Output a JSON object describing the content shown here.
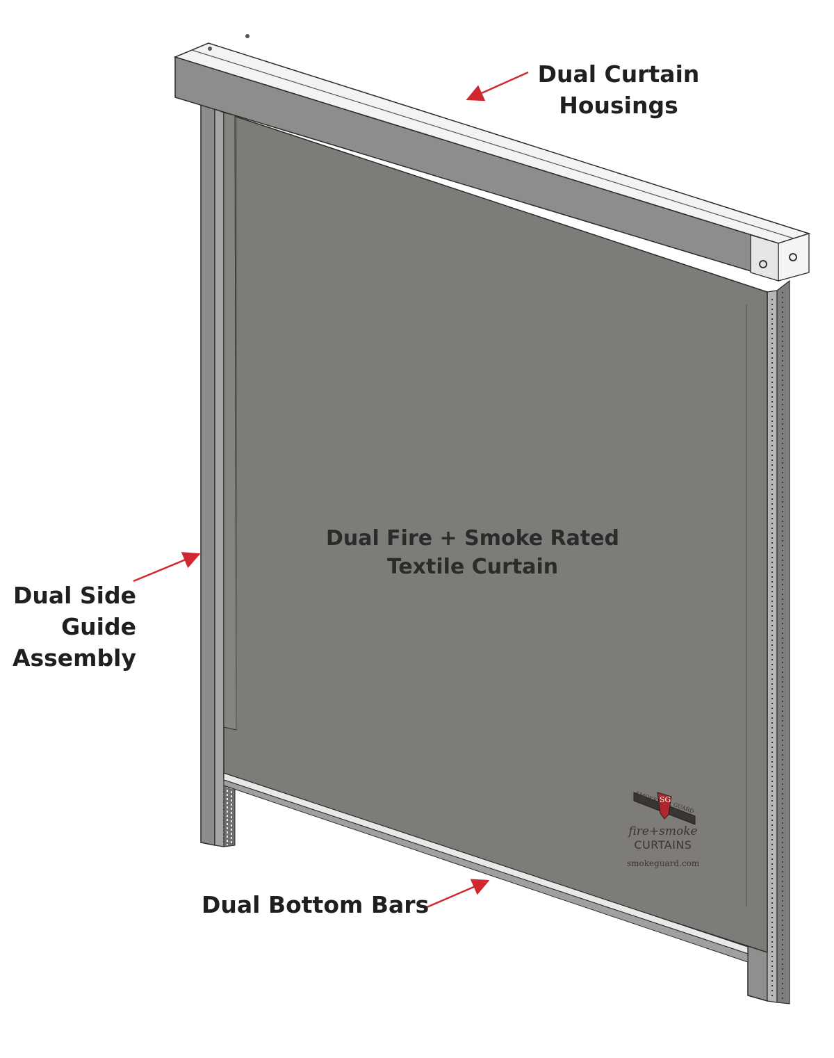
{
  "callouts": {
    "housings": {
      "line1": "Dual Curtain",
      "line2": "Housings"
    },
    "curtain": {
      "line1": "Dual Fire + Smoke Rated",
      "line2": "Textile Curtain"
    },
    "guide": {
      "line1": "Dual Side",
      "line2": "Guide",
      "line3": "Assembly"
    },
    "bottom": {
      "line1": "Dual Bottom Bars"
    }
  },
  "logo": {
    "badge_left": "SMOKE",
    "badge_mid": "SG",
    "badge_right": "GUARD",
    "tagline": "fire+smoke",
    "product": "CURTAINS",
    "site": "smokeguard.com"
  },
  "colors": {
    "arrow": "#d0282e",
    "curtain": "#7d7c78",
    "frame": "#8e908e",
    "housing_top": "#f2f2f2",
    "housing_front": "#8c8e8c",
    "outline": "#2a2a2a",
    "logo_red": "#b1252c"
  }
}
